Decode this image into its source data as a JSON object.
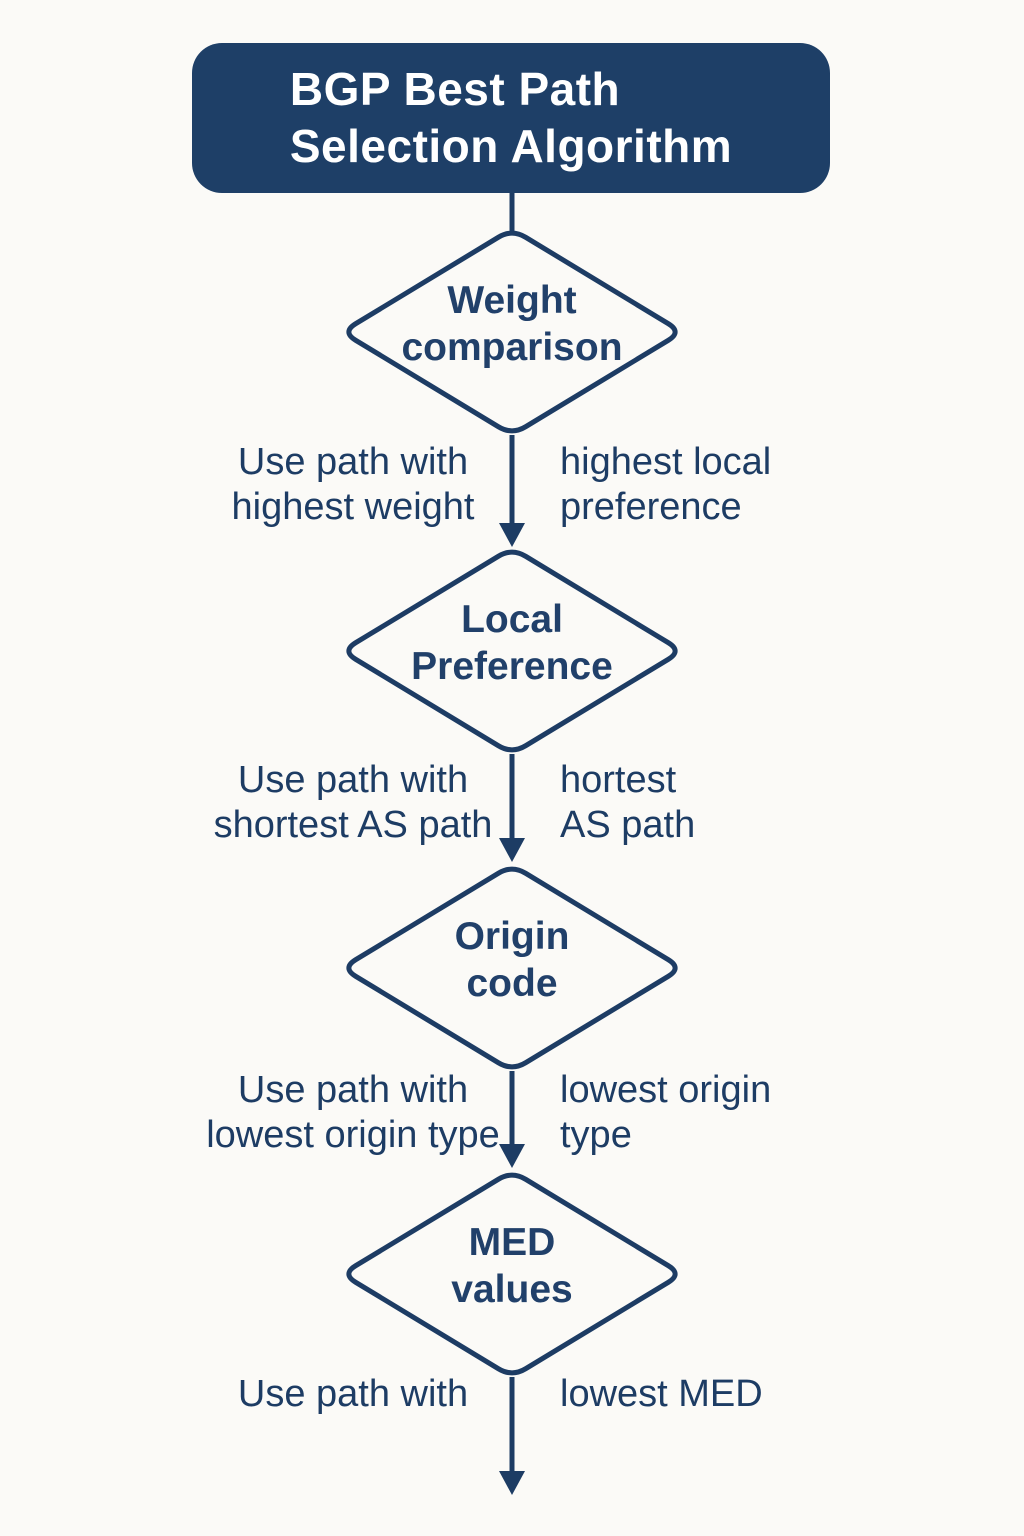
{
  "colors": {
    "navy_fill": "#1e3f67",
    "line_navy": "#1d3c64",
    "text_navy": "#21406a",
    "background": "#fbfaf7",
    "title_text": "#ffffff"
  },
  "title_box": {
    "title": "BGP Best Path\nSelection Algorithm"
  },
  "nodes": [
    {
      "label": "Weight\ncomparison"
    },
    {
      "label": "Local\nPreference"
    },
    {
      "label": "Origin\ncode"
    },
    {
      "label": "MED\nvalues"
    }
  ],
  "edge_labels": [
    {
      "left": "Use path with\nhighest weight",
      "right": "highest local\npreference"
    },
    {
      "left": "Use path with\nshortest AS path",
      "right": "hortest\nAS path"
    },
    {
      "left": "Use path with\nlowest origin type",
      "right": "lowest origin\ntype"
    },
    {
      "left": "Use path with",
      "right": "lowest MED"
    }
  ]
}
